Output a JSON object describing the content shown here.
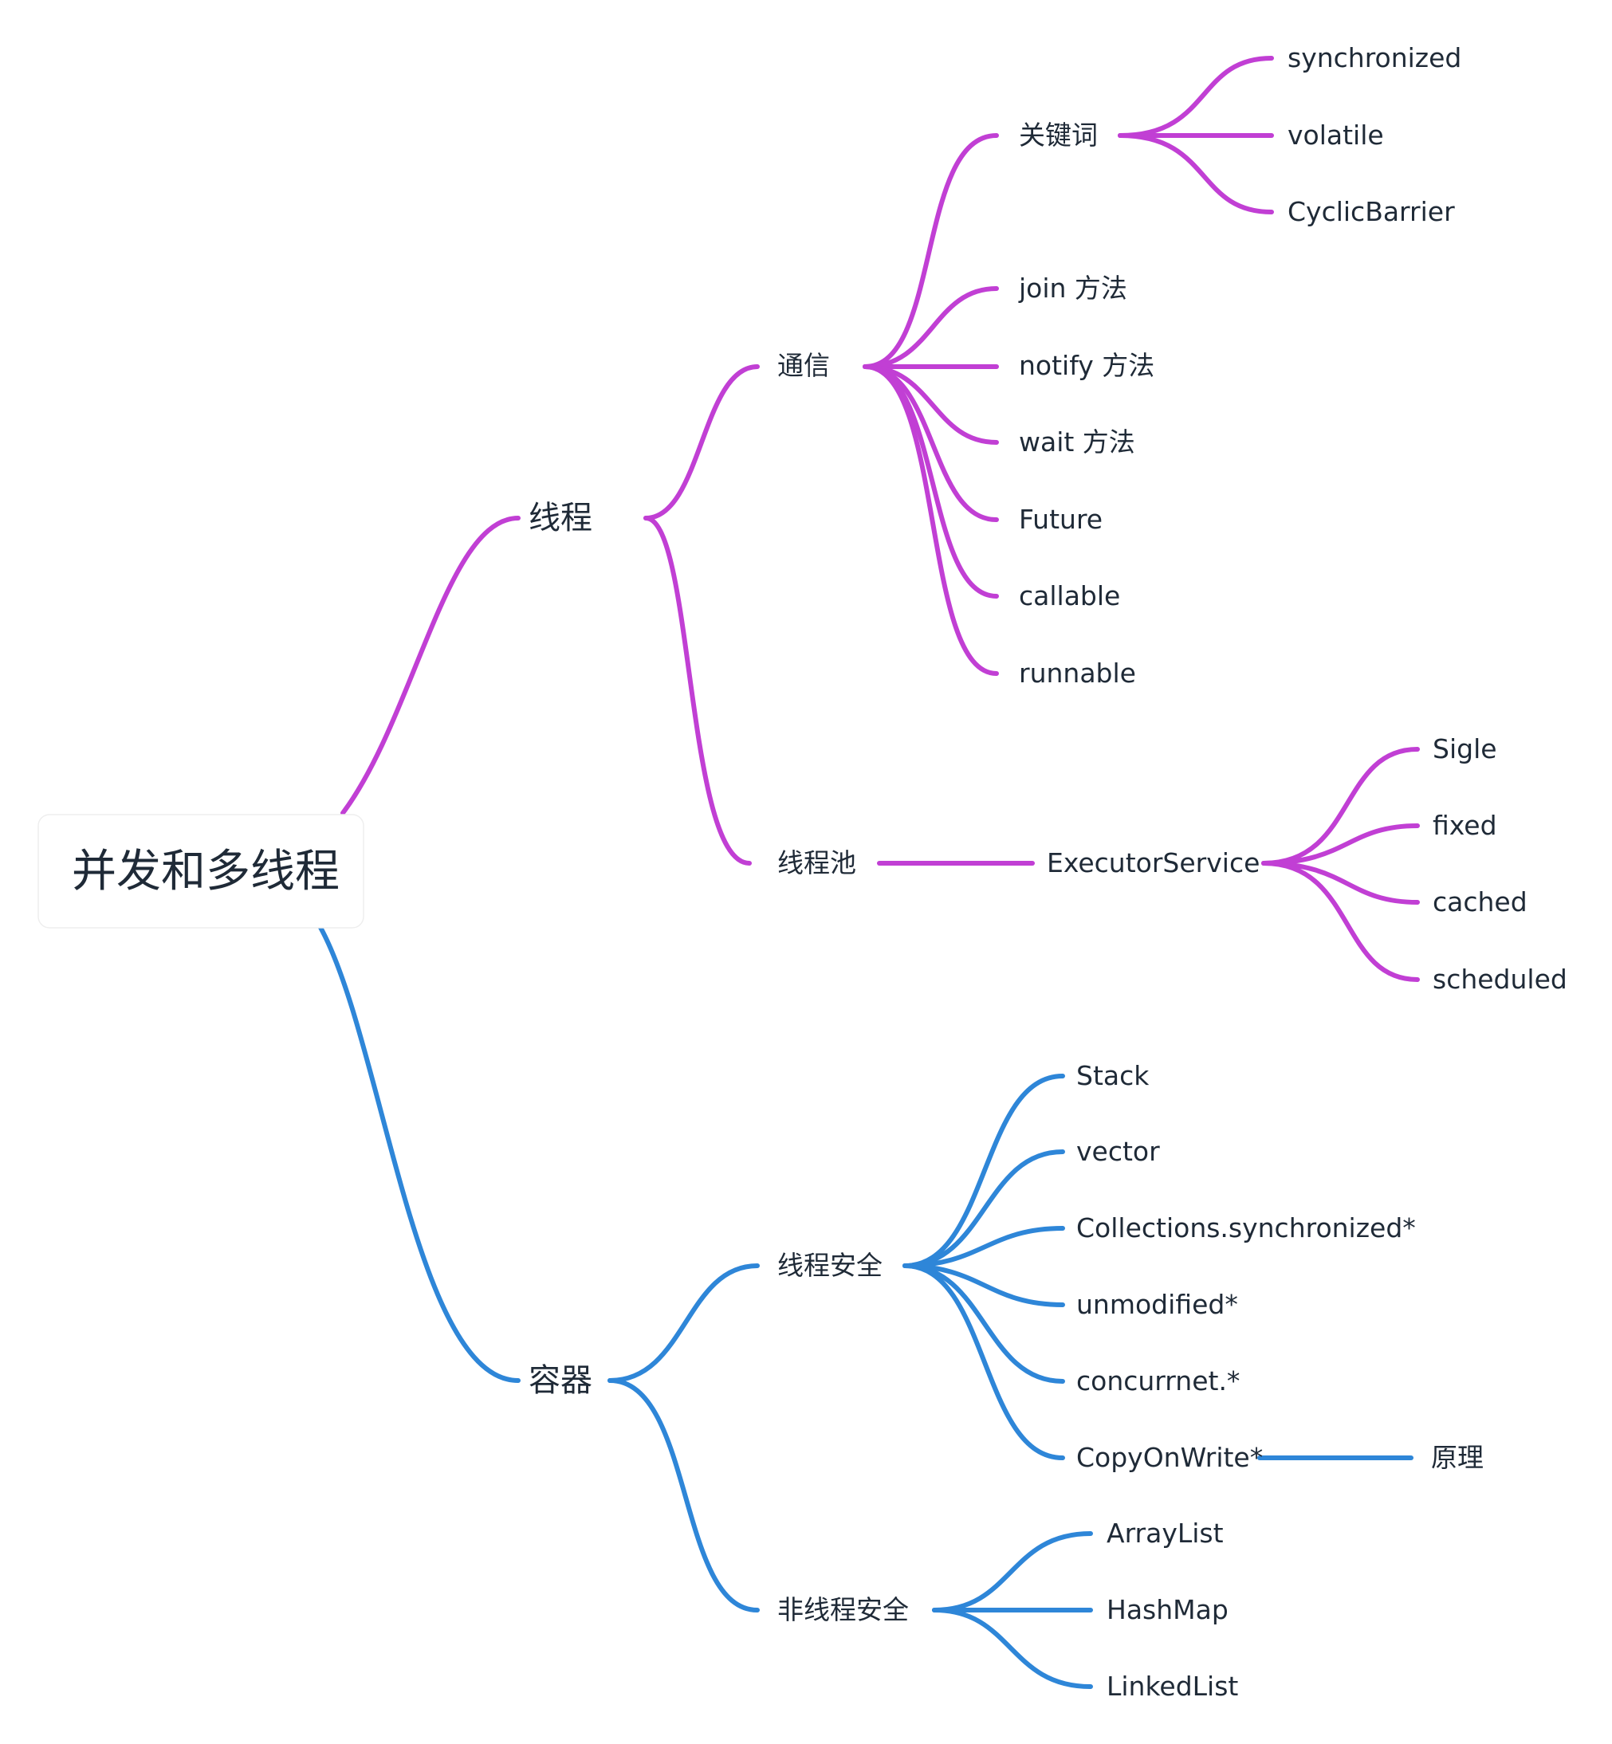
{
  "colors": {
    "purple": "#c13fd4",
    "blue": "#2e86d8",
    "text": "#1f2a37",
    "background": "#ffffff"
  },
  "root": {
    "label": "并发和多线程"
  },
  "threads": {
    "label": "线程",
    "communication": {
      "label": "通信",
      "keywords": {
        "label": "关键词",
        "items": [
          "synchronized",
          "volatile",
          "CyclicBarrier"
        ]
      },
      "items": [
        "join 方法",
        "notify 方法",
        "wait 方法",
        "Future",
        "callable",
        "runnable"
      ]
    },
    "pool": {
      "label": "线程池",
      "executor": {
        "label": "ExecutorService",
        "items": [
          "Sigle",
          "fixed",
          "cached",
          "scheduled"
        ]
      }
    }
  },
  "containers": {
    "label": "容器",
    "safe": {
      "label": "线程安全",
      "items": [
        "Stack",
        "vector",
        "Collections.synchronized*",
        "unmodified*",
        "concurrnet.*",
        "CopyOnWrite*"
      ],
      "copyonwrite_child": "原理"
    },
    "unsafe": {
      "label": "非线程安全",
      "items": [
        "ArrayList",
        "HashMap",
        "LinkedList"
      ]
    }
  }
}
